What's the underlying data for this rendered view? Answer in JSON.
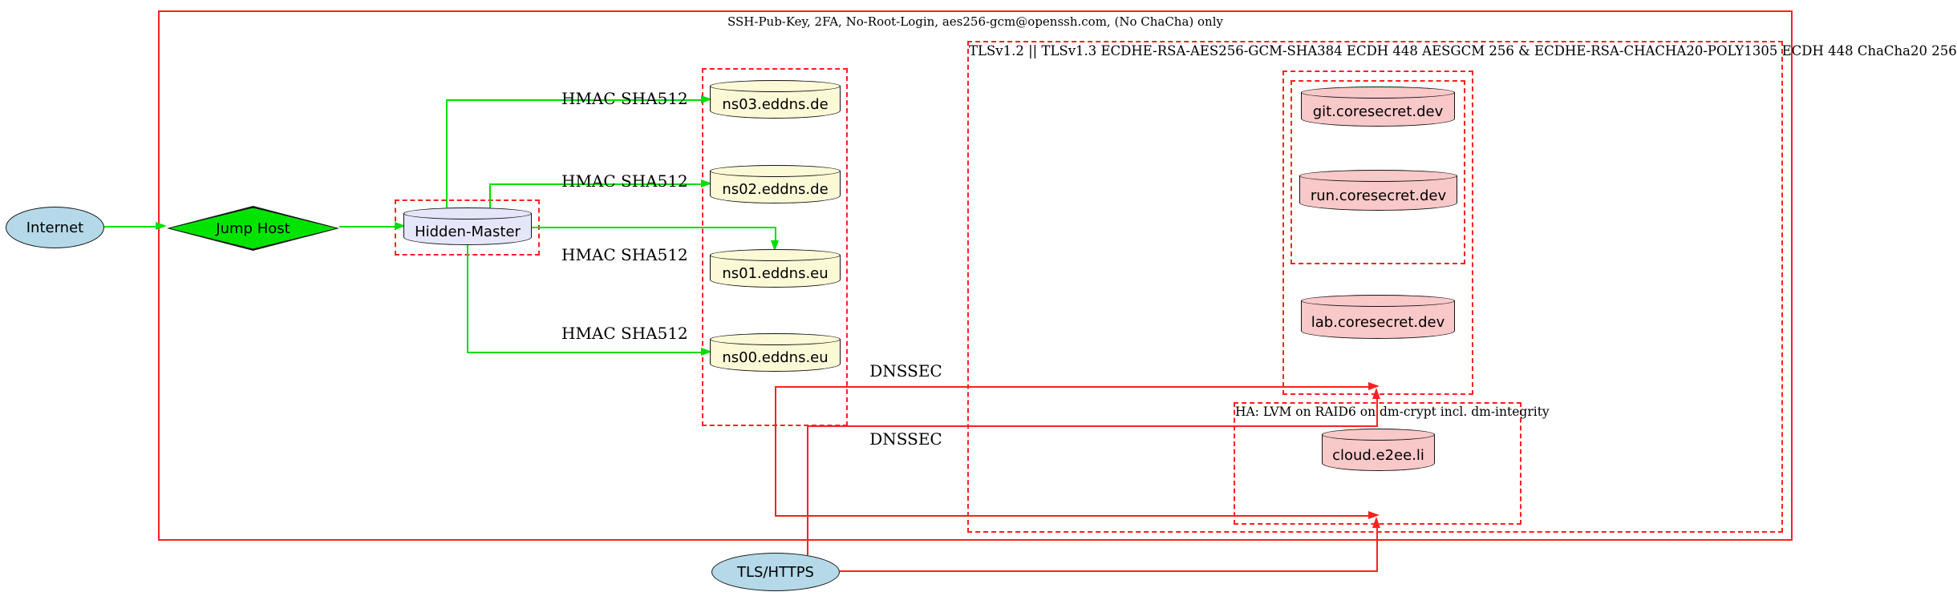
{
  "clusters": {
    "ssh": {
      "label": "SSH-Pub-Key, 2FA, No-Root-Login, aes256-gcm@openssh.com, (No ChaCha) only"
    },
    "tls": {
      "label": "TLSv1.2 || TLSv1.3 ECDHE-RSA-AES256-GCM-SHA384 ECDH 448 AESGCM 256 & ECDHE-RSA-CHACHA20-POLY1305 ECDH 448 ChaCha20 256"
    },
    "ha": {
      "label": "HA: LVM on RAID6 on dm-crypt incl. dm-integrity"
    }
  },
  "nodes": {
    "internet": {
      "label": "Internet"
    },
    "jump_host": {
      "label": "Jump Host"
    },
    "hidden_master": {
      "label": "Hidden-Master"
    },
    "ns03": {
      "label": "ns03.eddns.de"
    },
    "ns02": {
      "label": "ns02.eddns.de"
    },
    "ns01": {
      "label": "ns01.eddns.eu"
    },
    "ns00": {
      "label": "ns00.eddns.eu"
    },
    "git": {
      "label": "git.coresecret.dev"
    },
    "run": {
      "label": "run.coresecret.dev"
    },
    "lab": {
      "label": "lab.coresecret.dev"
    },
    "cloud": {
      "label": "cloud.e2ee.li"
    },
    "tls_https": {
      "label": "TLS/HTTPS"
    }
  },
  "edge_labels": {
    "hmac": "HMAC SHA512",
    "dnssec": "DNSSEC"
  },
  "colors": {
    "edge_secure": "#00dd00",
    "edge_alert": "#ff2020",
    "fill_internet": "#b5d9e9",
    "fill_gateway": "#00e400",
    "fill_master": "#e6e6fa",
    "fill_dns": "#fcf9d6",
    "fill_service": "#f9c8c8"
  }
}
